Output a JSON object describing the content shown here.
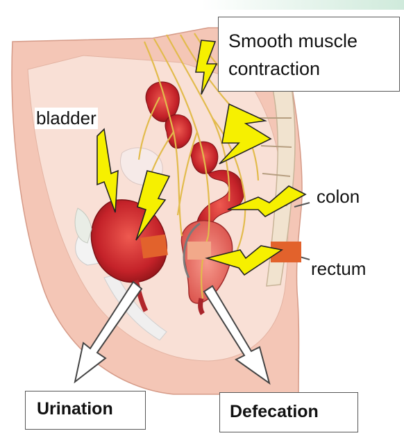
{
  "labels": {
    "title": "Smooth muscle contraction",
    "title_line1": "Smooth muscle",
    "title_line2": "contraction",
    "bladder": "bladder",
    "colon": "colon",
    "rectum": "rectum",
    "urination": "Urination",
    "defecation": "Defecation"
  },
  "colors": {
    "lightning": "#f6f000",
    "lightning_outline": "#222222",
    "marker": "#e2622c",
    "marker_light": "#f2a98a",
    "skin": "#f6cfc0",
    "muscle_red": "#c8262b",
    "nerve": "#e6c15a"
  },
  "icons": [
    "lightning-bolt-icon",
    "down-arrow-icon"
  ]
}
